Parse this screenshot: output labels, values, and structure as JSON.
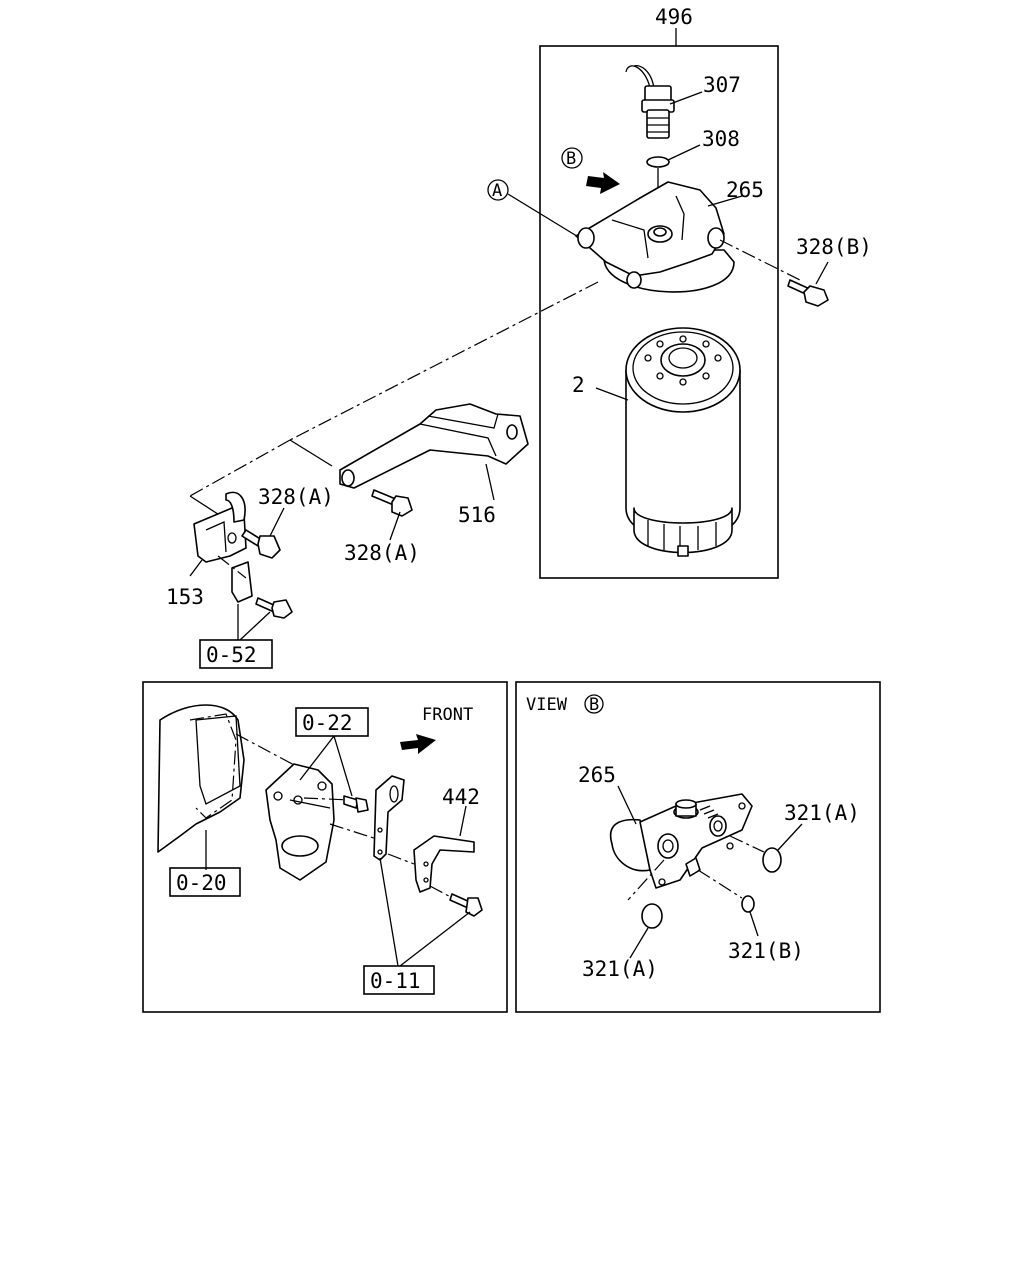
{
  "main_diagram": {
    "assembly_label": "496",
    "callouts": {
      "sensor": "307",
      "o_ring": "308",
      "filter_head": "265",
      "bolt_head": "328(B)",
      "filter_element": "2",
      "bracket": "516",
      "bolt_bracket": "328(A)",
      "bolt_clip": "328(A)",
      "clip": "153",
      "ref_group": "0-52"
    },
    "circle_markers": {
      "a": "A",
      "b": "B"
    }
  },
  "inset_engine": {
    "front_label": "FRONT",
    "callouts": {
      "ref_upper": "0-22",
      "bracket_part": "442",
      "ref_block": "0-20",
      "ref_lower": "0-11"
    }
  },
  "inset_view_b": {
    "view_label": "VIEW",
    "view_marker": "B",
    "callouts": {
      "filter_head": "265",
      "o_ring_a_top": "321(A)",
      "o_ring_a_bottom": "321(A)",
      "o_ring_b": "321(B)"
    }
  }
}
